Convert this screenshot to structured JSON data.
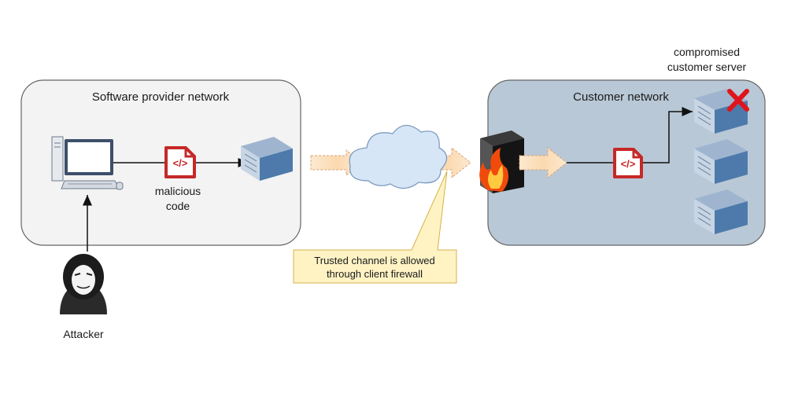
{
  "provider_network": {
    "label": "Software provider network"
  },
  "customer_network": {
    "label": "Customer network"
  },
  "malicious_code": {
    "line1": "malicious",
    "line2": "code"
  },
  "attacker": {
    "label": "Attacker"
  },
  "callout": {
    "line1": "Trusted channel is allowed",
    "line2": "through client firewall"
  },
  "compromised": {
    "line1": "compromised",
    "line2": "customer server"
  },
  "code_icon_glyph": "</>",
  "colors": {
    "provider_fill": "#f3f3f3",
    "customer_fill": "#b9c8d6",
    "code_red": "#c62828",
    "arrow_fill": "#fbe0bd",
    "callout_fill": "#fff3c4",
    "server_blue": "#4d7aab"
  },
  "icons": [
    "computer-icon",
    "code-file-icon",
    "server-icon",
    "cloud-icon",
    "firewall-icon",
    "hacker-icon",
    "red-x-icon"
  ]
}
